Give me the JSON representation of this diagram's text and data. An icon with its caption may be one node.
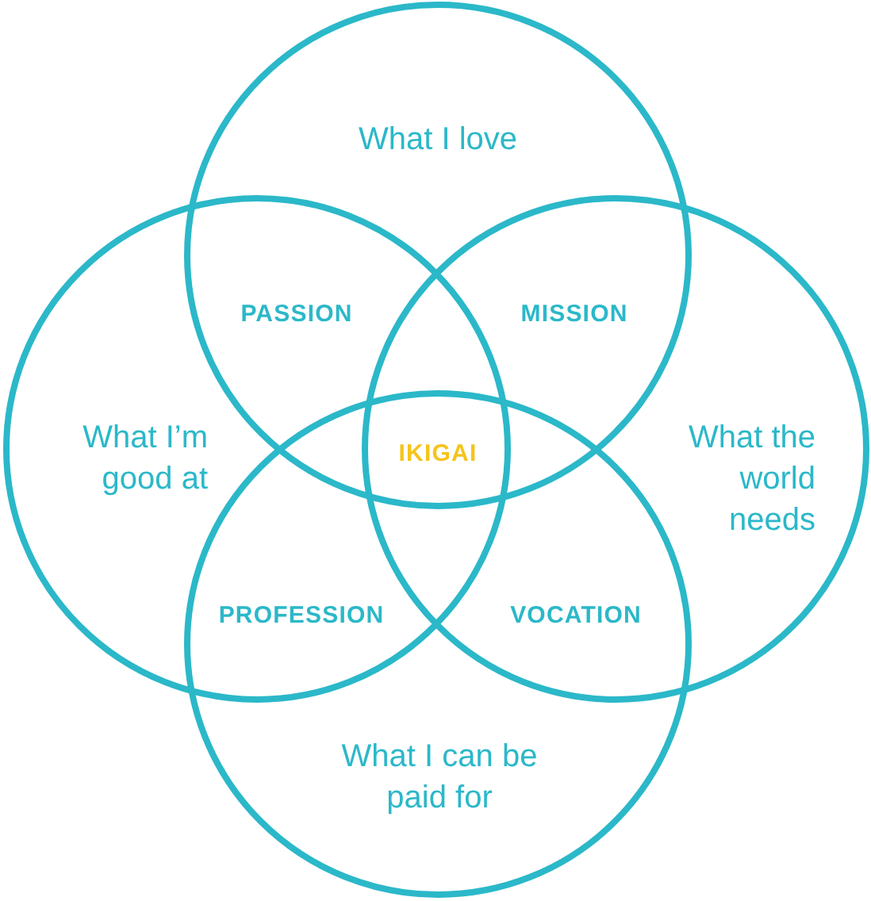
{
  "diagram": {
    "nodes": [
      {
        "text": [
          "What I love"
        ]
      },
      {
        "text": [
          "What I’m good at"
        ]
      },
      {
        "text": [
          "What the world needs"
        ]
      },
      {
        "text": [
          "What I can be paid for"
        ]
      }
    ],
    "labels": [
      "PASSION",
      "MISSION",
      "IKIGAI",
      "PROFESSION",
      "VOCATION"
    ]
  }
}
